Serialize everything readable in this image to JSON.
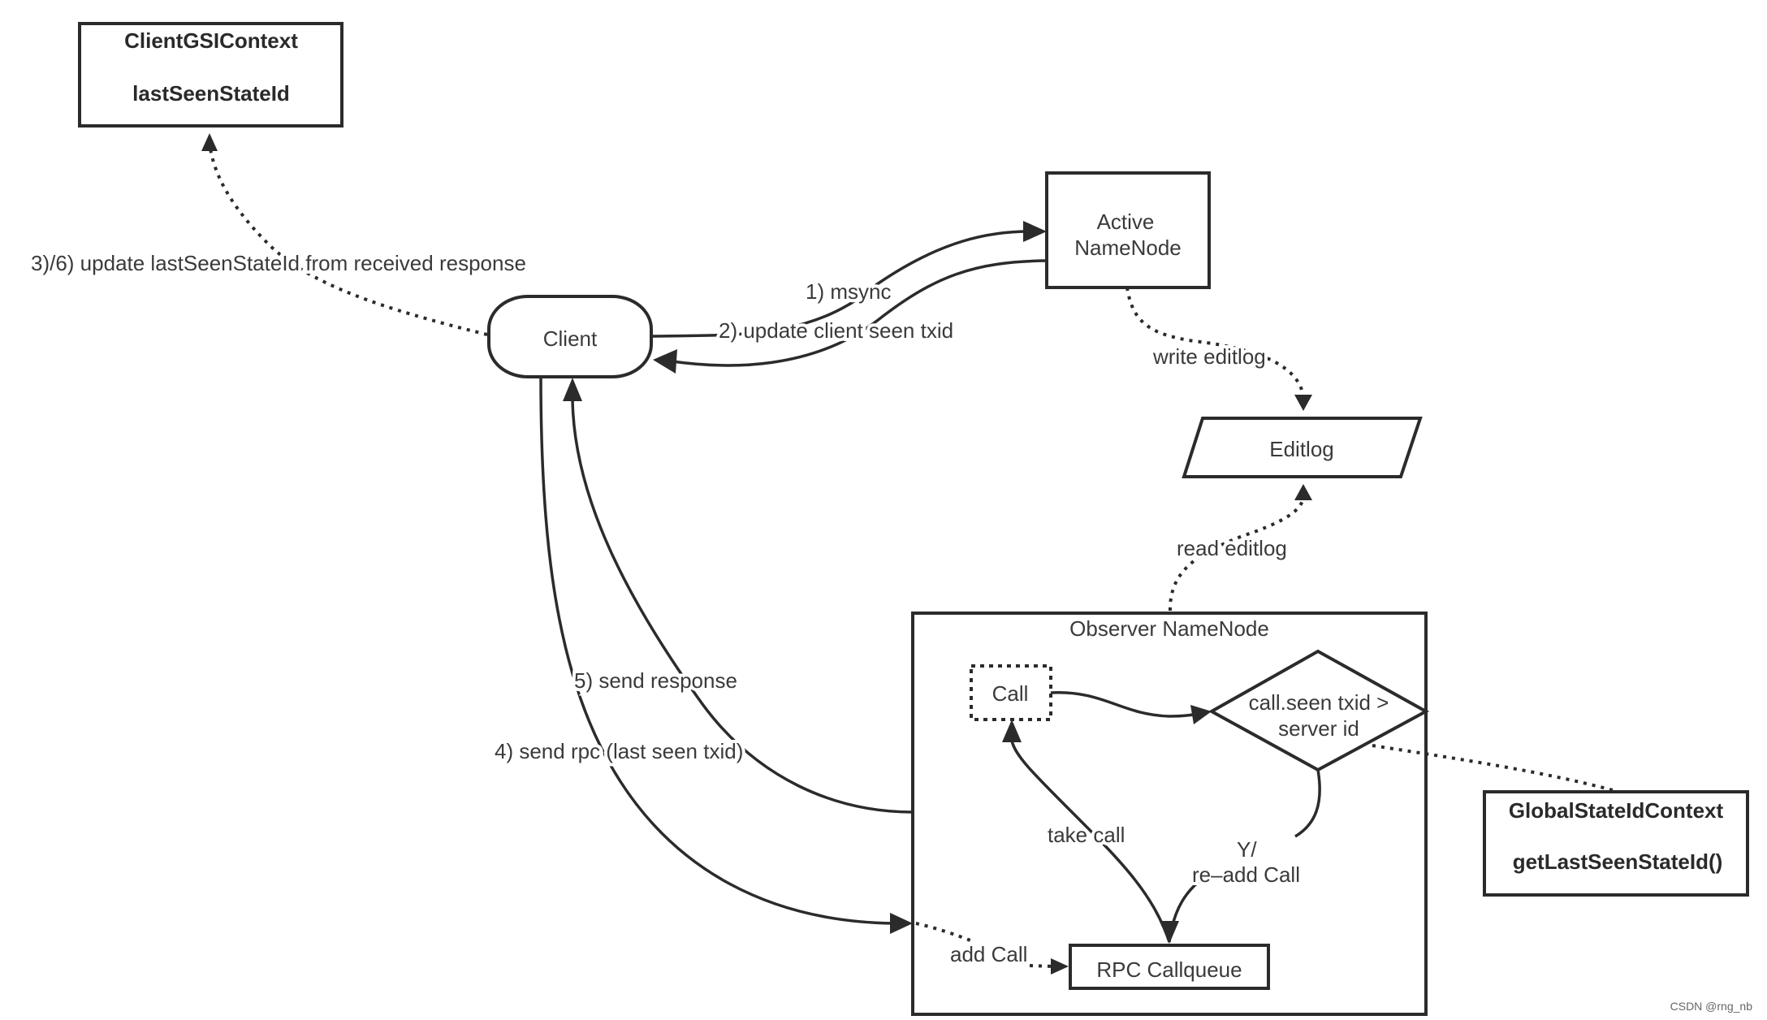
{
  "nodes": {
    "client_gsi_context": {
      "title": "ClientGSIContext",
      "field": "lastSeenStateId"
    },
    "active_namenode": {
      "line1": "Active",
      "line2": "NameNode"
    },
    "client": {
      "label": "Client"
    },
    "editlog": {
      "label": "Editlog"
    },
    "observer_namenode": {
      "label": "Observer NameNode"
    },
    "call": {
      "label": "Call"
    },
    "decision": {
      "line1": "call.seen txid >",
      "line2": "server id"
    },
    "rpc_callqueue": {
      "label": "RPC Callqueue"
    },
    "global_state_id_context": {
      "title": "GlobalStateIdContext",
      "method": "getLastSeenStateId()"
    }
  },
  "edges": {
    "update_last_seen": "3)/6) update lastSeenStateId from received response",
    "msync": "1) msync",
    "update_client_seen": "2) update client seen txid",
    "write_editlog": "write editlog",
    "read_editlog": "read editlog",
    "send_response": "5) send response",
    "send_rpc": "4) send rpc (last seen txid)",
    "take_call": "take call",
    "re_add_line1": "Y/",
    "re_add_line2": "re–add Call",
    "add_call": "add Call"
  },
  "watermark": "CSDN @rng_nb"
}
